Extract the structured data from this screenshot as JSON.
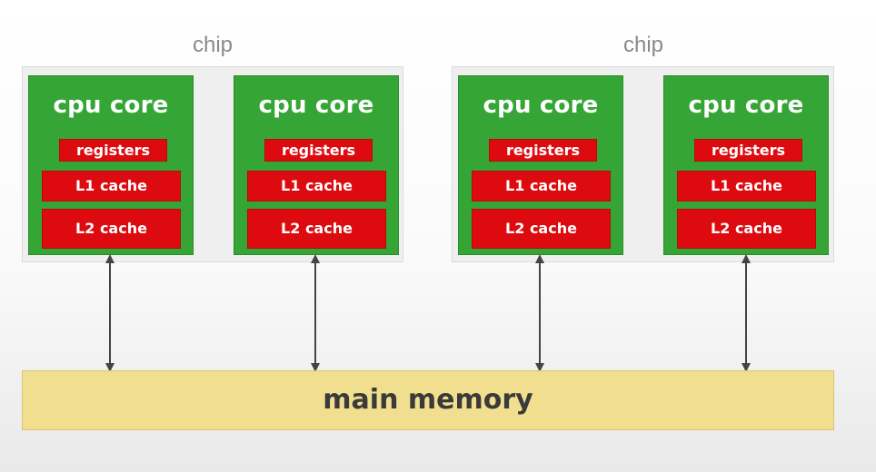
{
  "chips": [
    {
      "label": "chip",
      "cores": [
        {
          "title": "cpu core",
          "registers": "registers",
          "l1": "L1 cache",
          "l2": "L2 cache"
        },
        {
          "title": "cpu core",
          "registers": "registers",
          "l1": "L1 cache",
          "l2": "L2 cache"
        }
      ]
    },
    {
      "label": "chip",
      "cores": [
        {
          "title": "cpu core",
          "registers": "registers",
          "l1": "L1 cache",
          "l2": "L2 cache"
        },
        {
          "title": "cpu core",
          "registers": "registers",
          "l1": "L1 cache",
          "l2": "L2 cache"
        }
      ]
    }
  ],
  "memory": {
    "label": "main memory"
  },
  "colors": {
    "core": "#35a535",
    "cache_block": "#dd0b0f",
    "memory": "#f1df8f",
    "chip": "#efefef",
    "arrow": "#444444"
  }
}
